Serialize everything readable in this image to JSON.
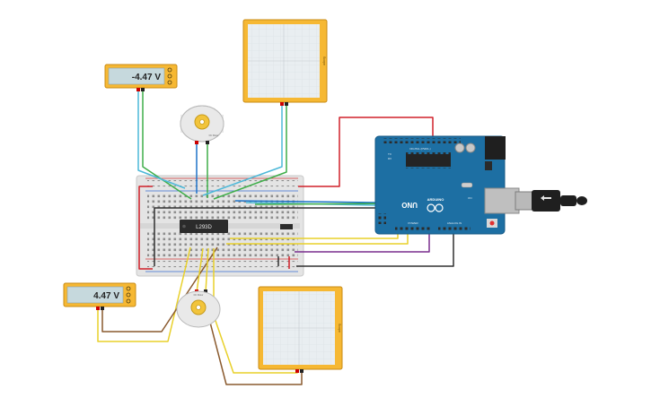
{
  "multimeters": [
    {
      "reading": "-4.47 V"
    },
    {
      "reading": "4.47 V"
    }
  ],
  "oscilloscopes": [
    {
      "label": "Scope"
    },
    {
      "label": "Scope"
    }
  ],
  "motors": [
    {
      "label": "DC Motor"
    },
    {
      "label": "DC Motor"
    }
  ],
  "driver_chip": {
    "label": "L293D"
  },
  "arduino": {
    "brand": "ARDUINO",
    "model": "UNO",
    "digital_header_label": "DIGITAL (PWM~)",
    "power_label": "POWER",
    "analog_label": "ANALOG IN",
    "tx_label": "TX",
    "rx_label": "RX",
    "on_label": "ON"
  },
  "wire_colors": {
    "red": "#d0202a",
    "black": "#303030",
    "green": "#3fae49",
    "cyan": "#4cb8d8",
    "blue": "#1e73c9",
    "yellow": "#e8d02a",
    "brown": "#8a5a2e",
    "purple": "#7a2e8e"
  }
}
